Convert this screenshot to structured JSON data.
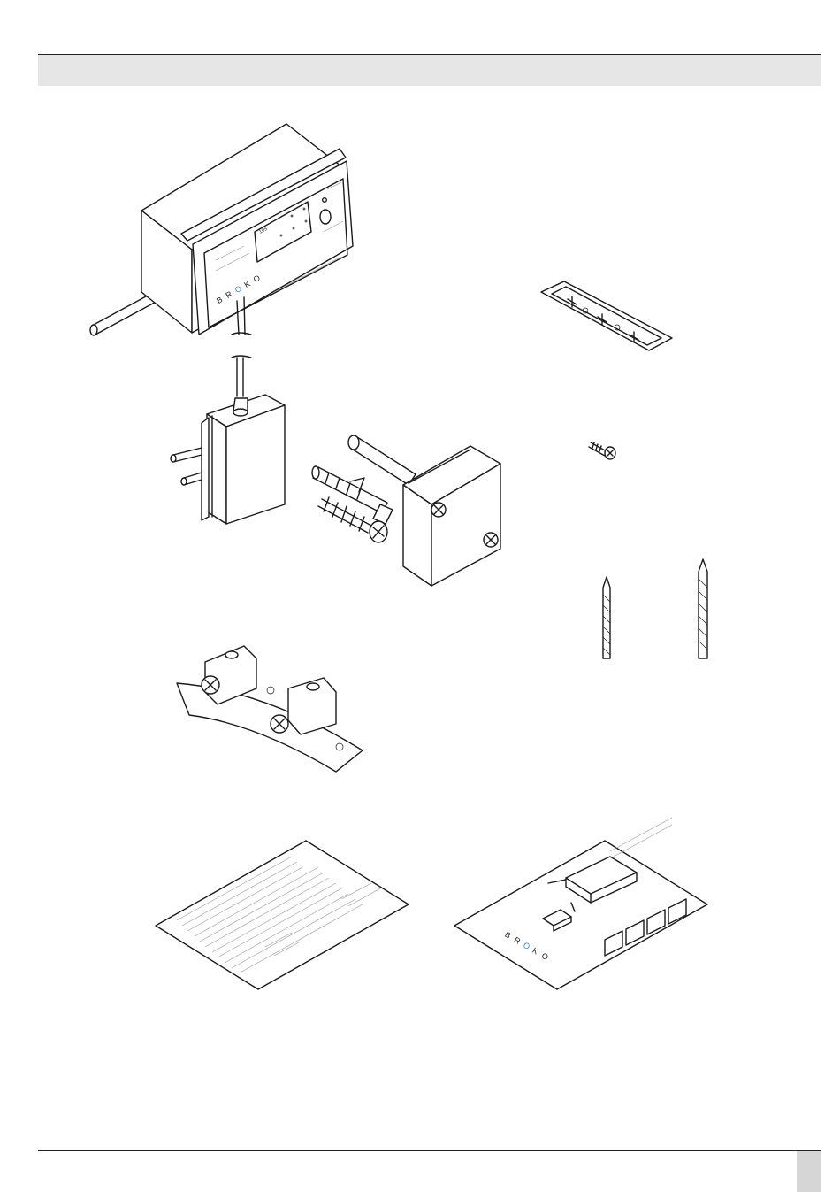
{
  "header": {
    "band_color": "#e6e6e6"
  },
  "brand": {
    "logo_letters": [
      "B",
      "R",
      "O",
      "K",
      "O"
    ],
    "accent_color": "#3a86c8"
  },
  "device": {
    "display_value": "10s"
  },
  "parts": [
    {
      "id": "display-unit",
      "icon": "display-housing-illustration"
    },
    {
      "id": "power-adapter",
      "icon": "plug-in-power-supply-illustration"
    },
    {
      "id": "wall-plug-and-screw",
      "icon": "dowel-screw-illustration"
    },
    {
      "id": "duct-sensor",
      "icon": "duct-sensor-box-illustration"
    },
    {
      "id": "drilling-template",
      "icon": "template-strip-illustration"
    },
    {
      "id": "small-screw",
      "icon": "small-screw-illustration"
    },
    {
      "id": "drill-bits",
      "icon": "drill-bit-illustration"
    },
    {
      "id": "mounting-bracket",
      "icon": "bracket-illustration"
    },
    {
      "id": "instruction-sheet",
      "icon": "document-sheet-illustration"
    },
    {
      "id": "quick-guide",
      "icon": "quick-guide-illustration"
    }
  ]
}
